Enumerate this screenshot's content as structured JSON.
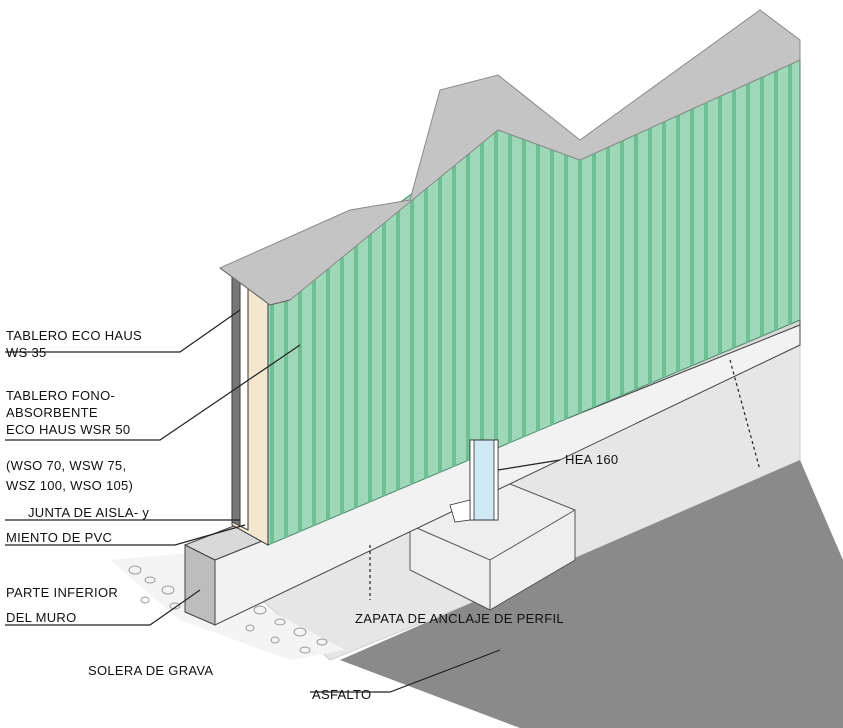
{
  "labels": {
    "tablero_eco_haus_1": "TABLERO ECO HAUS",
    "tablero_eco_haus_2": "WS 35",
    "tablero_fono_1": "TABLERO FONO-",
    "tablero_fono_2": "ABSORBENTE",
    "tablero_fono_3": "ECO HAUS WSR 50",
    "variants_1": "(WSO 70,  WSW 75,",
    "variants_2": "WSZ 100,  WSO 105)",
    "junta_1": "JUNTA DE  AISLA- y",
    "junta_2": "MIENTO DE PVC",
    "parte_1": "PARTE  INFERIOR",
    "parte_2": "DEL MURO",
    "hea": "HEA 160",
    "zapata": "ZAPATA DE ANCLAJE DE PERFIL",
    "solera": "SOLERA DE GRAVA",
    "asfalto": "ASFALTO"
  },
  "colors": {
    "panel_green": "#9fd8b8",
    "panel_rib": "#6fbf95",
    "cap_grey": "#c4c4c4",
    "asphalt": "#8a8a8a",
    "concrete": "#e6e6e6",
    "post_blue": "#cfeaf5"
  }
}
